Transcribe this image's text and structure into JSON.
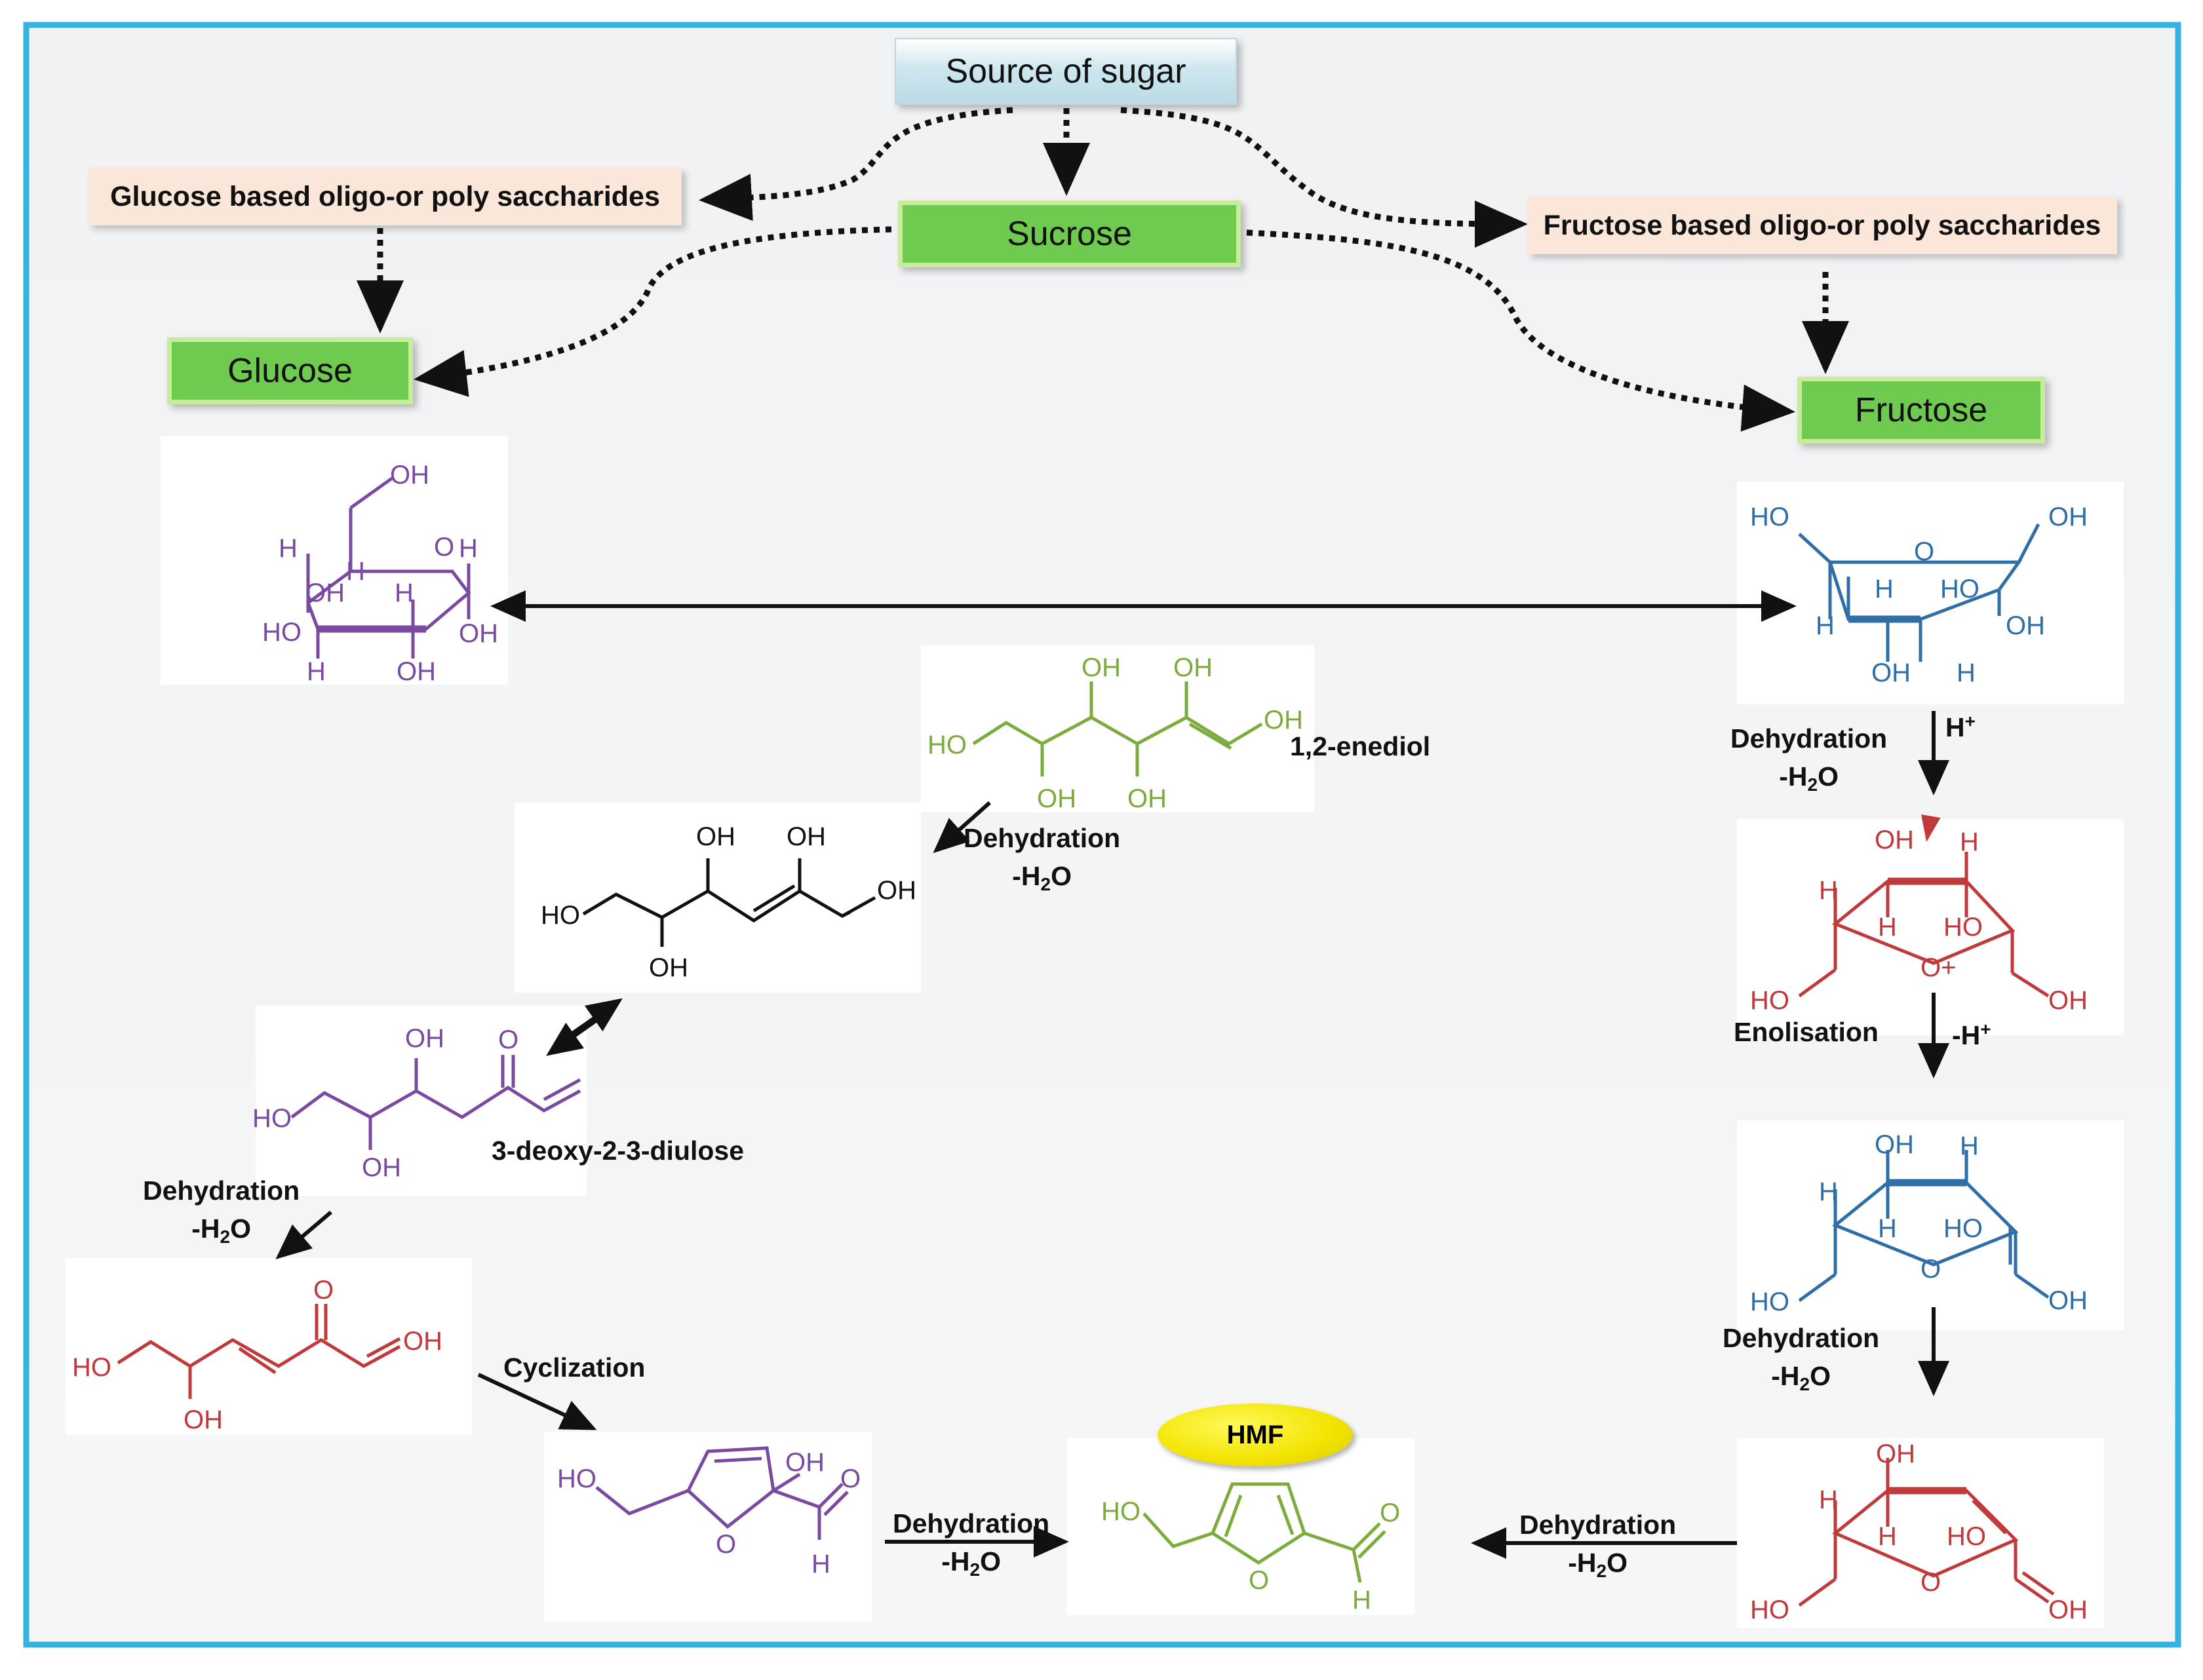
{
  "colors": {
    "frame": "#35b3e0",
    "green_box": "#6fcb4f",
    "peach_box": "#fbe7da",
    "source_box": "#cfe7ee",
    "hmf_badge": "#f2e400",
    "purple": "#7a4aa0",
    "blue": "#2f6ea7",
    "red": "#c0393b",
    "green": "#7cab3e",
    "black": "#111111"
  },
  "boxes": {
    "source": "Source of sugar",
    "glucose_oligo": "Glucose based oligo-or poly saccharides",
    "fructose_oligo": "Fructose based oligo-or poly saccharides",
    "sucrose": "Sucrose",
    "glucose": "Glucose",
    "fructose": "Fructose",
    "hmf": "HMF"
  },
  "labels": {
    "enediol": "1,2-enediol",
    "diulose": "3-deoxy-2-3-diulose",
    "dehydration": "Dehydration",
    "minus_water_prefix": "-H",
    "water_sub": "2",
    "water_suffix": "O",
    "cyclization": "Cyclization",
    "enolisation": "Enolisation",
    "h_plus": "H",
    "minus_h_plus": "-H",
    "plus_sign": "+"
  },
  "atoms": {
    "oh": "OH",
    "ho": "HO",
    "h": "H",
    "o": "O",
    "o_plus": "O+"
  }
}
